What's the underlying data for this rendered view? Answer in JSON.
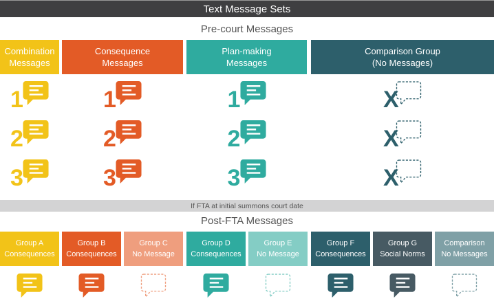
{
  "title": "Text Message Sets",
  "precourt": {
    "label": "Pre-court Messages",
    "groups": [
      {
        "line1": "Combination",
        "line2": "Messages",
        "color": "#f2c318",
        "icon": "message-bubble-icon",
        "numbers": [
          "1",
          "2",
          "3"
        ]
      },
      {
        "line1": "Consequence",
        "line2": "Messages",
        "color": "#e35b26",
        "icon": "message-bubble-icon",
        "numbers": [
          "1",
          "2",
          "3"
        ]
      },
      {
        "line1": "Plan-making",
        "line2": "Messages",
        "color": "#2fab9f",
        "icon": "message-bubble-icon",
        "numbers": [
          "1",
          "2",
          "3"
        ]
      },
      {
        "line1": "Comparison Group",
        "line2": "(No Messages)",
        "color": "#2d5f6b",
        "icon": "empty-bubble-icon",
        "numbers": [
          "X",
          "X",
          "X"
        ]
      }
    ]
  },
  "band": "If FTA at initial summons court date",
  "postfta": {
    "label": "Post-FTA Messages",
    "groups": [
      {
        "line1": "Group A",
        "line2": "Consequences",
        "color": "#f2c318",
        "icon": "message-bubble-icon"
      },
      {
        "line1": "Group B",
        "line2": "Consequences",
        "color": "#e35b26",
        "icon": "message-bubble-icon"
      },
      {
        "line1": "Group C",
        "line2": "No Message",
        "color": "#ef9e7e",
        "icon": "empty-bubble-icon"
      },
      {
        "line1": "Group D",
        "line2": "Consequences",
        "color": "#2fab9f",
        "icon": "message-bubble-icon"
      },
      {
        "line1": "Group E",
        "line2": "No Message",
        "color": "#84cdc5",
        "icon": "empty-bubble-icon"
      },
      {
        "line1": "Group F",
        "line2": "Consequences",
        "color": "#2d5f6b",
        "icon": "message-bubble-icon"
      },
      {
        "line1": "Group G",
        "line2": "Social Norms",
        "color": "#475a63",
        "icon": "message-bubble-icon"
      },
      {
        "line1": "Comparison",
        "line2": "No Messages",
        "color": "#7fa0a6",
        "icon": "empty-bubble-icon"
      }
    ]
  }
}
